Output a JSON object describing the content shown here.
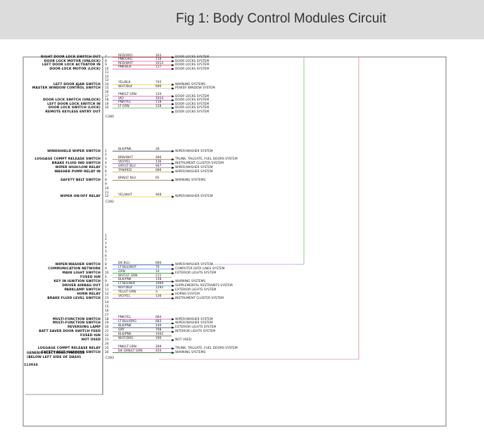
{
  "header": {
    "title": "Fig 1: Body Control Modules Circuit"
  },
  "module": {
    "name_line1": "GENERIC ELECTRONIC MODULE",
    "name_line2": "(BELOW LEFT SIDE OF DASH)",
    "figure_id": "113934"
  },
  "colors": {
    "border": "#555555",
    "module_line": "#333333",
    "green_feed": "#66cc66"
  },
  "connectors": [
    {
      "id": "C280",
      "rows": [
        {
          "label": "RIGHT DOOR LOCK SWITCH OUT",
          "pin": "7",
          "wire": "RED/ORG",
          "circuit": "163",
          "color": "#e05050",
          "dest": "DOOR LOCKS SYSTEM",
          "arrow": true
        },
        {
          "label": "DOOR LOCK MOTOR (UNLOCK)",
          "pin": "8",
          "wire": "PNK/ORG",
          "circuit": "118",
          "color": "#e070c0",
          "dest": "DOOR LOCKS SYSTEM",
          "arrow": true
        },
        {
          "label": "LEFT DOOR LOCK ACTUATOR IN",
          "pin": "9",
          "wire": "RED/WHT",
          "circuit": "1013",
          "color": "#e05050",
          "dest": "DOOR LOCKS SYSTEM",
          "arrow": true
        },
        {
          "label": "DOOR LOCK MOTOR (LOCK)",
          "pin": "10",
          "wire": "PNK/BLK",
          "circuit": "117",
          "color": "#d060b0",
          "dest": "DOOR LOCKS SYSTEM",
          "arrow": true
        },
        {
          "label": "",
          "pin": "11",
          "wire": "",
          "circuit": "",
          "color": "",
          "dest": "",
          "arrow": false
        },
        {
          "label": "",
          "pin": "12",
          "wire": "",
          "circuit": "",
          "color": "",
          "dest": "",
          "arrow": false
        },
        {
          "label": "",
          "pin": "13",
          "wire": "",
          "circuit": "",
          "color": "",
          "dest": "",
          "arrow": false
        },
        {
          "label": "LEFT DOOR AJAR SWITCH",
          "pin": "14",
          "wire": "YEL/BLK",
          "circuit": "745",
          "color": "#e8d040",
          "dest": "WARNING SYSTEMS",
          "arrow": false
        },
        {
          "label": "MASTER WINDOW CONTROL SWITCH",
          "pin": "15",
          "wire": "WHT/BLK",
          "circuit": "690",
          "color": "#bbbbbb",
          "dest": "POWER WINDOW SYSTEM",
          "arrow": false
        },
        {
          "label": "",
          "pin": "16",
          "wire": "",
          "circuit": "",
          "color": "",
          "dest": "",
          "arrow": false
        },
        {
          "label": "",
          "pin": "17",
          "wire": "PNK/LT GRN",
          "circuit": "120",
          "color": "#e070c0",
          "dest": "DOOR LOCKS SYSTEM",
          "arrow": false
        },
        {
          "label": "DOOR LOCK SWITCH (UNLOCK)",
          "pin": "18",
          "wire": "VIO",
          "circuit": "1014",
          "color": "#9060c0",
          "dest": "DOOR LOCKS SYSTEM",
          "arrow": false
        },
        {
          "label": "LEFT DOOR LOCK SWITCH IN",
          "pin": "19",
          "wire": "PNK/YEL",
          "circuit": "118",
          "color": "#e070c0",
          "dest": "DOOR LOCKS SYSTEM",
          "arrow": false
        },
        {
          "label": "DOOR LOCK SWITCH (LOCK)",
          "pin": "20",
          "wire": "LT GRN",
          "circuit": "128",
          "color": "#60c060",
          "dest": "DOOR LOCKS SYSTEM",
          "arrow": false
        },
        {
          "label": "REMOTE KEYLESS ENTRY OUT",
          "pin": "",
          "wire": "",
          "circuit": "",
          "color": "",
          "dest": "DOOR LOCKS SYSTEM",
          "arrow": false
        }
      ]
    },
    {
      "id": "C282",
      "rows": [
        {
          "label": "WINDSHIELD WIPER SWITCH",
          "pin": "1",
          "wire": "BLK/PNK",
          "circuit": "28",
          "color": "#555555",
          "dest": "WIPER/WASHER SYSTEM",
          "arrow": false
        },
        {
          "label": "",
          "pin": "2",
          "wire": "",
          "circuit": "",
          "color": "",
          "dest": "",
          "arrow": false
        },
        {
          "label": "LUGGAGE COMPT RELEASE SWITCH",
          "pin": "3",
          "wire": "BRN/WHT",
          "circuit": "486",
          "color": "#a07040",
          "dest": "TRUNK, TAILGATE, FUEL DOORS SYSTEM",
          "arrow": false
        },
        {
          "label": "BRAKE FLUID IND SWITCH",
          "pin": "4",
          "wire": "VIO/YEL",
          "circuit": "136",
          "color": "#9060c0",
          "dest": "INSTRUMENT CLUSTER SYSTEM",
          "arrow": false
        },
        {
          "label": "WIPER HIGH/LOW RELAY",
          "pin": "5",
          "wire": "GRY/LT BLU",
          "circuit": "947",
          "color": "#999999",
          "dest": "WIPER/WASHER SYSTEM",
          "arrow": false
        },
        {
          "label": "WASHER PUMP RELAY IN",
          "pin": "6",
          "wire": "TAN/RED",
          "circuit": "686",
          "color": "#d0b080",
          "dest": "WIPER/WASHER SYSTEM",
          "arrow": false
        },
        {
          "label": "",
          "pin": "7",
          "wire": "",
          "circuit": "",
          "color": "",
          "dest": "",
          "arrow": false
        },
        {
          "label": "SAFETY BELT SWITCH",
          "pin": "8",
          "wire": "BRN/LT BLU",
          "circuit": "65",
          "color": "#a07040",
          "dest": "WARNING SYSTEMS",
          "arrow": false
        },
        {
          "label": "",
          "pin": "9",
          "wire": "",
          "circuit": "",
          "color": "",
          "dest": "",
          "arrow": false
        },
        {
          "label": "",
          "pin": "10",
          "wire": "",
          "circuit": "",
          "color": "",
          "dest": "",
          "arrow": false
        },
        {
          "label": "",
          "pin": "11",
          "wire": "",
          "circuit": "",
          "color": "",
          "dest": "",
          "arrow": false
        },
        {
          "label": "WIPER ON/OFF RELAY",
          "pin": "12",
          "wire": "YEL/WHT",
          "circuit": "948",
          "color": "#e8d040",
          "dest": "WIPER/WASHER SYSTEM",
          "arrow": false
        }
      ]
    },
    {
      "id": "C283",
      "rows": [
        {
          "label": "",
          "pin": "1",
          "wire": "",
          "circuit": "",
          "color": "",
          "dest": "",
          "arrow": false
        },
        {
          "label": "",
          "pin": "2",
          "wire": "",
          "circuit": "",
          "color": "",
          "dest": "",
          "arrow": false
        },
        {
          "label": "",
          "pin": "3",
          "wire": "",
          "circuit": "",
          "color": "",
          "dest": "",
          "arrow": false
        },
        {
          "label": "",
          "pin": "4",
          "wire": "",
          "circuit": "",
          "color": "",
          "dest": "",
          "arrow": false
        },
        {
          "label": "",
          "pin": "5",
          "wire": "",
          "circuit": "",
          "color": "",
          "dest": "",
          "arrow": false
        },
        {
          "label": "",
          "pin": "6",
          "wire": "",
          "circuit": "",
          "color": "",
          "dest": "",
          "arrow": false
        },
        {
          "label": "",
          "pin": "7",
          "wire": "",
          "circuit": "",
          "color": "",
          "dest": "",
          "arrow": false
        },
        {
          "label": "WIPER/WASHER SWITCH",
          "pin": "8",
          "wire": "DK BLU",
          "circuit": "680",
          "color": "#3050b0",
          "dest": "WIPER/WASHER SYSTEM",
          "arrow": false
        },
        {
          "label": "COMMUNICATION NETWORK",
          "pin": "9",
          "wire": "LT BLU/WHT",
          "circuit": "70",
          "color": "#60a0e0",
          "dest": "COMPUTER DATA LINES SYSTEM",
          "arrow": false
        },
        {
          "label": "MAIN LIGHT SWITCH",
          "pin": "10",
          "wire": "GRN",
          "circuit": "14",
          "color": "#40a040",
          "dest": "EXTERIOR LIGHTS SYSTEM",
          "arrow": false
        },
        {
          "label": "FUSED IGN",
          "pin": "4",
          "wire": "WHT/LT GRN",
          "circuit": "211",
          "color": "#bbbbbb",
          "dest": "",
          "arrow": false
        },
        {
          "label": "KEY IN IGNITION SWITCH",
          "pin": "9",
          "wire": "BLK/PNK",
          "circuit": "158",
          "color": "#555555",
          "dest": "WARNING SYSTEMS",
          "arrow": false
        },
        {
          "label": "DRIVER AIRBAG OUT",
          "pin": "10",
          "wire": "LT BLU/BLK",
          "circuit": "1069",
          "color": "#60a0e0",
          "dest": "SUPPLEMENTAL RESTRAINTS SYSTEM",
          "arrow": false
        },
        {
          "label": "PARKLAMP SWITCH",
          "pin": "11",
          "wire": "WHT/BLK",
          "circuit": "1292",
          "color": "#bbbbbb",
          "dest": "EXTERIOR LIGHTS SYSTEM",
          "arrow": false
        },
        {
          "label": "HORN RELAY",
          "pin": "12",
          "wire": "YEL/LT GRN",
          "circuit": "3",
          "color": "#e8d040",
          "dest": "HORNS SYSTEM",
          "arrow": false
        },
        {
          "label": "BRAKE FLUID LEVEL SWITCH",
          "pin": "13",
          "wire": "VIO/YEL",
          "circuit": "136",
          "color": "#9060c0",
          "dest": "INSTRUMENT CLUSTER SYSTEM",
          "arrow": false
        },
        {
          "label": "",
          "pin": "14",
          "wire": "",
          "circuit": "",
          "color": "",
          "dest": "",
          "arrow": false
        },
        {
          "label": "",
          "pin": "15",
          "wire": "",
          "circuit": "",
          "color": "",
          "dest": "",
          "arrow": false
        },
        {
          "label": "",
          "pin": "16",
          "wire": "",
          "circuit": "",
          "color": "",
          "dest": "",
          "arrow": false
        },
        {
          "label": "",
          "pin": "17",
          "wire": "",
          "circuit": "",
          "color": "",
          "dest": "",
          "arrow": false
        },
        {
          "label": "MULTI-FUNCTION SWITCH",
          "pin": "18",
          "wire": "PNK/YEL",
          "circuit": "684",
          "color": "#e070c0",
          "dest": "WIPER/WASHER SYSTEM",
          "arrow": false
        },
        {
          "label": "MULTI-FUNCTION SWITCH",
          "pin": "19",
          "wire": "LT BLU/ORG",
          "circuit": "683",
          "color": "#60a0e0",
          "dest": "WIPER/WASHER SYSTEM",
          "arrow": false
        },
        {
          "label": "REVERSING LAMP",
          "pin": "20",
          "wire": "BLK/PNK",
          "circuit": "140",
          "color": "#555555",
          "dest": "EXTERIOR LIGHTS SYSTEM",
          "arrow": false
        },
        {
          "label": "BATT SAVER DOOR SWITCH FEED",
          "pin": "21",
          "wire": "GRY",
          "circuit": "708",
          "color": "#999999",
          "dest": "INTERIOR LIGHTS SYSTEM",
          "arrow": false
        },
        {
          "label": "FUSED IGN",
          "pin": "22",
          "wire": "BLK/PNK",
          "circuit": "1002",
          "color": "#555555",
          "dest": "",
          "arrow": false
        },
        {
          "label": "NOT USED",
          "pin": "23",
          "wire": "WHT/ORG",
          "circuit": "190",
          "color": "#bbbbbb",
          "dest": "NOT USED",
          "arrow": false
        },
        {
          "label": "",
          "pin": "24",
          "wire": "",
          "circuit": "",
          "color": "",
          "dest": "",
          "arrow": false
        },
        {
          "label": "LUGGAGE COMPT RELEASE RELAY",
          "pin": "25",
          "wire": "PNK/LT GRN",
          "circuit": "289",
          "color": "#e070c0",
          "dest": "TRUNK, TAILGATE, FUEL DOORS SYSTEM",
          "arrow": false
        },
        {
          "label": "SAFETY BELT WARNING SWITCH",
          "pin": "26",
          "wire": "DK GRN/LT GRN",
          "circuit": "450",
          "color": "#307030",
          "dest": "WARNING SYSTEMS",
          "arrow": false
        }
      ]
    }
  ]
}
